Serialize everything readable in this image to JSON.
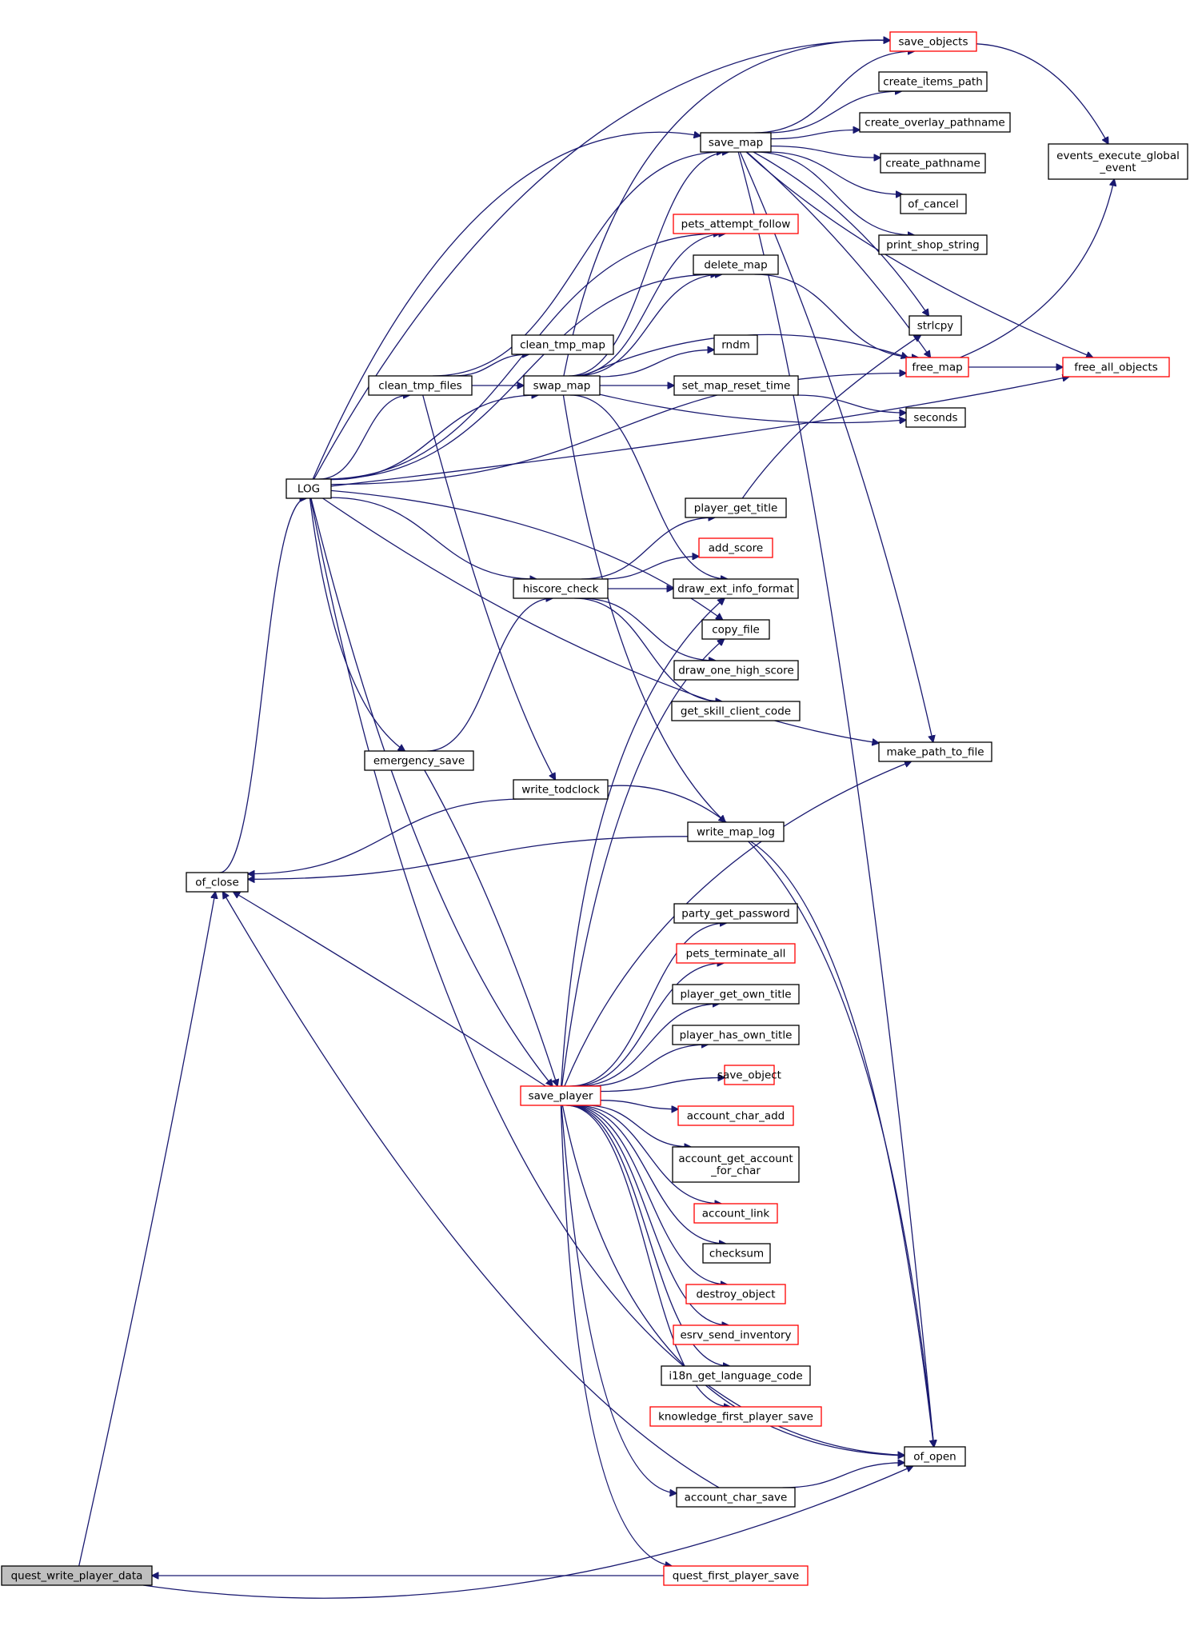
{
  "nodes": [
    {
      "id": "quest_write_player_data",
      "lines": [
        "quest_write_player_data"
      ],
      "style": "grey"
    },
    {
      "id": "of_close",
      "lines": [
        "of_close"
      ],
      "style": "black"
    },
    {
      "id": "LOG",
      "lines": [
        "LOG"
      ],
      "style": "black"
    },
    {
      "id": "clean_tmp_files",
      "lines": [
        "clean_tmp_files"
      ],
      "style": "black"
    },
    {
      "id": "emergency_save",
      "lines": [
        "emergency_save"
      ],
      "style": "black"
    },
    {
      "id": "clean_tmp_map",
      "lines": [
        "clean_tmp_map"
      ],
      "style": "black"
    },
    {
      "id": "swap_map",
      "lines": [
        "swap_map"
      ],
      "style": "black"
    },
    {
      "id": "hiscore_check",
      "lines": [
        "hiscore_check"
      ],
      "style": "black"
    },
    {
      "id": "write_todclock",
      "lines": [
        "write_todclock"
      ],
      "style": "black"
    },
    {
      "id": "save_player",
      "lines": [
        "save_player"
      ],
      "style": "red"
    },
    {
      "id": "save_map",
      "lines": [
        "save_map"
      ],
      "style": "black"
    },
    {
      "id": "save_objects",
      "lines": [
        "save_objects"
      ],
      "style": "red"
    },
    {
      "id": "create_items_path",
      "lines": [
        "create_items_path"
      ],
      "style": "black"
    },
    {
      "id": "create_overlay_pathname",
      "lines": [
        "create_overlay_pathname"
      ],
      "style": "black"
    },
    {
      "id": "create_pathname",
      "lines": [
        "create_pathname"
      ],
      "style": "black"
    },
    {
      "id": "of_cancel",
      "lines": [
        "of_cancel"
      ],
      "style": "black"
    },
    {
      "id": "print_shop_string",
      "lines": [
        "print_shop_string"
      ],
      "style": "black"
    },
    {
      "id": "pets_attempt_follow",
      "lines": [
        "pets_attempt_follow"
      ],
      "style": "red"
    },
    {
      "id": "delete_map",
      "lines": [
        "delete_map"
      ],
      "style": "black"
    },
    {
      "id": "rndm",
      "lines": [
        "rndm"
      ],
      "style": "black"
    },
    {
      "id": "set_map_reset_time",
      "lines": [
        "set_map_reset_time"
      ],
      "style": "black"
    },
    {
      "id": "player_get_title",
      "lines": [
        "player_get_title"
      ],
      "style": "black"
    },
    {
      "id": "add_score",
      "lines": [
        "add_score"
      ],
      "style": "red"
    },
    {
      "id": "draw_ext_info_format",
      "lines": [
        "draw_ext_info_format"
      ],
      "style": "black"
    },
    {
      "id": "copy_file",
      "lines": [
        "copy_file"
      ],
      "style": "black"
    },
    {
      "id": "draw_one_high_score",
      "lines": [
        "draw_one_high_score"
      ],
      "style": "black"
    },
    {
      "id": "get_skill_client_code",
      "lines": [
        "get_skill_client_code"
      ],
      "style": "black"
    },
    {
      "id": "write_map_log",
      "lines": [
        "write_map_log"
      ],
      "style": "black"
    },
    {
      "id": "party_get_password",
      "lines": [
        "party_get_password"
      ],
      "style": "black"
    },
    {
      "id": "pets_terminate_all",
      "lines": [
        "pets_terminate_all"
      ],
      "style": "red"
    },
    {
      "id": "player_get_own_title",
      "lines": [
        "player_get_own_title"
      ],
      "style": "black"
    },
    {
      "id": "player_has_own_title",
      "lines": [
        "player_has_own_title"
      ],
      "style": "black"
    },
    {
      "id": "save_object",
      "lines": [
        "save_object"
      ],
      "style": "red"
    },
    {
      "id": "account_char_add",
      "lines": [
        "account_char_add"
      ],
      "style": "red"
    },
    {
      "id": "account_get_account_for_char",
      "lines": [
        "account_get_account",
        "_for_char"
      ],
      "style": "black"
    },
    {
      "id": "account_link",
      "lines": [
        "account_link"
      ],
      "style": "red"
    },
    {
      "id": "checksum",
      "lines": [
        "checksum"
      ],
      "style": "black"
    },
    {
      "id": "destroy_object",
      "lines": [
        "destroy_object"
      ],
      "style": "red"
    },
    {
      "id": "esrv_send_inventory",
      "lines": [
        "esrv_send_inventory"
      ],
      "style": "red"
    },
    {
      "id": "i18n_get_language_code",
      "lines": [
        "i18n_get_language_code"
      ],
      "style": "black"
    },
    {
      "id": "knowledge_first_player_save",
      "lines": [
        "knowledge_first_player_save"
      ],
      "style": "red"
    },
    {
      "id": "account_char_save",
      "lines": [
        "account_char_save"
      ],
      "style": "black"
    },
    {
      "id": "quest_first_player_save",
      "lines": [
        "quest_first_player_save"
      ],
      "style": "red"
    },
    {
      "id": "events_execute_global_event",
      "lines": [
        "events_execute_global",
        "_event"
      ],
      "style": "black"
    },
    {
      "id": "strlcpy",
      "lines": [
        "strlcpy"
      ],
      "style": "black"
    },
    {
      "id": "free_map",
      "lines": [
        "free_map"
      ],
      "style": "red"
    },
    {
      "id": "free_all_objects",
      "lines": [
        "free_all_objects"
      ],
      "style": "red"
    },
    {
      "id": "seconds",
      "lines": [
        "seconds"
      ],
      "style": "black"
    },
    {
      "id": "make_path_to_file",
      "lines": [
        "make_path_to_file"
      ],
      "style": "black"
    },
    {
      "id": "of_open",
      "lines": [
        "of_open"
      ],
      "style": "black"
    }
  ],
  "edges": [
    [
      "quest_write_player_data",
      "of_close"
    ],
    [
      "quest_write_player_data",
      "of_open"
    ],
    [
      "quest_first_player_save",
      "quest_write_player_data"
    ],
    [
      "of_close",
      "LOG"
    ],
    [
      "LOG",
      "clean_tmp_files"
    ],
    [
      "LOG",
      "emergency_save"
    ],
    [
      "LOG",
      "save_objects"
    ],
    [
      "LOG",
      "save_map"
    ],
    [
      "LOG",
      "pets_attempt_follow"
    ],
    [
      "LOG",
      "delete_map"
    ],
    [
      "LOG",
      "swap_map"
    ],
    [
      "LOG",
      "hiscore_check"
    ],
    [
      "LOG",
      "copy_file"
    ],
    [
      "LOG",
      "make_path_to_file"
    ],
    [
      "LOG",
      "free_all_objects"
    ],
    [
      "LOG",
      "save_player"
    ],
    [
      "LOG",
      "of_open"
    ],
    [
      "LOG",
      "free_map"
    ],
    [
      "clean_tmp_files",
      "clean_tmp_map"
    ],
    [
      "clean_tmp_files",
      "swap_map"
    ],
    [
      "clean_tmp_files",
      "save_map"
    ],
    [
      "clean_tmp_files",
      "write_todclock"
    ],
    [
      "emergency_save",
      "hiscore_check"
    ],
    [
      "emergency_save",
      "save_player"
    ],
    [
      "swap_map",
      "save_map"
    ],
    [
      "swap_map",
      "pets_attempt_follow"
    ],
    [
      "swap_map",
      "delete_map"
    ],
    [
      "swap_map",
      "rndm"
    ],
    [
      "swap_map",
      "set_map_reset_time"
    ],
    [
      "swap_map",
      "seconds"
    ],
    [
      "swap_map",
      "free_map"
    ],
    [
      "swap_map",
      "draw_ext_info_format"
    ],
    [
      "swap_map",
      "write_map_log"
    ],
    [
      "swap_map",
      "save_objects"
    ],
    [
      "hiscore_check",
      "player_get_title"
    ],
    [
      "hiscore_check",
      "add_score"
    ],
    [
      "hiscore_check",
      "draw_ext_info_format"
    ],
    [
      "hiscore_check",
      "draw_one_high_score"
    ],
    [
      "hiscore_check",
      "get_skill_client_code"
    ],
    [
      "write_todclock",
      "of_close"
    ],
    [
      "write_todclock",
      "of_open"
    ],
    [
      "write_map_log",
      "of_close"
    ],
    [
      "write_map_log",
      "of_open"
    ],
    [
      "save_map",
      "save_objects"
    ],
    [
      "save_map",
      "create_items_path"
    ],
    [
      "save_map",
      "create_overlay_pathname"
    ],
    [
      "save_map",
      "create_pathname"
    ],
    [
      "save_map",
      "of_cancel"
    ],
    [
      "save_map",
      "print_shop_string"
    ],
    [
      "save_map",
      "strlcpy"
    ],
    [
      "save_map",
      "free_map"
    ],
    [
      "save_map",
      "free_all_objects"
    ],
    [
      "save_map",
      "make_path_to_file"
    ],
    [
      "save_map",
      "of_open"
    ],
    [
      "save_objects",
      "events_execute_global_event"
    ],
    [
      "delete_map",
      "free_map"
    ],
    [
      "set_map_reset_time",
      "seconds"
    ],
    [
      "player_get_title",
      "strlcpy"
    ],
    [
      "free_map",
      "free_all_objects"
    ],
    [
      "free_map",
      "events_execute_global_event"
    ],
    [
      "save_player",
      "of_close"
    ],
    [
      "save_player",
      "draw_ext_info_format"
    ],
    [
      "save_player",
      "copy_file"
    ],
    [
      "save_player",
      "make_path_to_file"
    ],
    [
      "save_player",
      "party_get_password"
    ],
    [
      "save_player",
      "pets_terminate_all"
    ],
    [
      "save_player",
      "player_get_own_title"
    ],
    [
      "save_player",
      "player_has_own_title"
    ],
    [
      "save_player",
      "save_object"
    ],
    [
      "save_player",
      "account_char_add"
    ],
    [
      "save_player",
      "account_get_account_for_char"
    ],
    [
      "save_player",
      "account_link"
    ],
    [
      "save_player",
      "checksum"
    ],
    [
      "save_player",
      "destroy_object"
    ],
    [
      "save_player",
      "esrv_send_inventory"
    ],
    [
      "save_player",
      "i18n_get_language_code"
    ],
    [
      "save_player",
      "knowledge_first_player_save"
    ],
    [
      "save_player",
      "of_open"
    ],
    [
      "save_player",
      "account_char_save"
    ],
    [
      "save_player",
      "quest_first_player_save"
    ],
    [
      "account_char_save",
      "of_close"
    ],
    [
      "account_char_save",
      "of_open"
    ]
  ]
}
